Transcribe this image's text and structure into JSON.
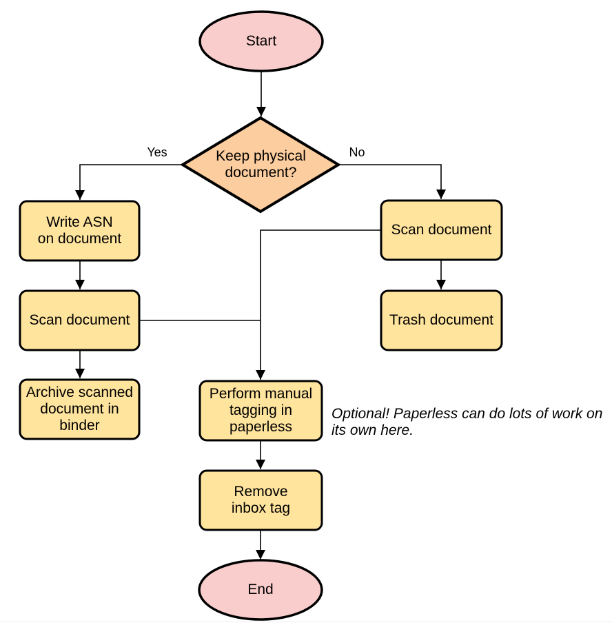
{
  "colors": {
    "background": "#ffffff",
    "terminal_fill": "#F9CDCC",
    "decision_fill": "#FCCD9E",
    "process_fill": "#FFE49E",
    "shape_stroke": "#000000",
    "connector": "#000000",
    "text": "#000000",
    "footer_line": "#ececec"
  },
  "nodes": {
    "start": {
      "label": "Start"
    },
    "decision": {
      "label": "Keep physical\ndocument?"
    },
    "write_asn": {
      "label": "Write ASN\non document"
    },
    "scan_left": {
      "label": "Scan document"
    },
    "archive": {
      "label": "Archive scanned\ndocument in\nbinder"
    },
    "scan_right": {
      "label": "Scan document"
    },
    "trash": {
      "label": "Trash document"
    },
    "tagging": {
      "label": "Perform manual\ntagging in\npaperless"
    },
    "remove_inbox": {
      "label": "Remove\ninbox tag"
    },
    "end": {
      "label": "End"
    }
  },
  "edge_labels": {
    "yes": "Yes",
    "no": "No"
  },
  "annotation": {
    "text": "Optional! Paperless can do lots of work on\nits own here."
  }
}
